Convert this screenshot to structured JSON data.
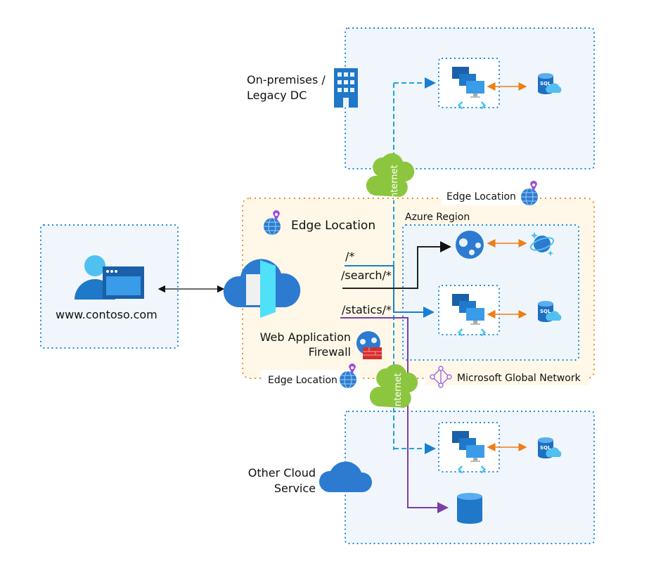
{
  "labels": {
    "onprem_line1": "On-premises /",
    "onprem_line2": "Legacy DC",
    "client": "www.contoso.com",
    "edge_location_main": "Edge Location",
    "edge_location_top": "Edge Location",
    "edge_location_bottom": "Edge Location",
    "azure_region": "Azure Region",
    "waf_line1": "Web Application",
    "waf_line2": "Firewall",
    "route_root": "/*",
    "route_search": "/search/*",
    "route_statics": "/statics/*",
    "internet_top": "Internet",
    "internet_bottom": "Internet",
    "global_network": "Microsoft Global Network",
    "other_cloud_line1": "Other Cloud",
    "other_cloud_line2": "Service",
    "sql": "SQL"
  },
  "colors": {
    "box_border_blue": "#1e88e5",
    "edge_border_orange": "#f28c28",
    "edge_fill": "#fff8e8",
    "box_fill": "#f0f6fc",
    "internet_green": "#8cc63f",
    "route_blue": "#1a7fd4",
    "route_black": "#222222",
    "route_purple": "#7b3fa8",
    "db_arrow_orange": "#f07d16"
  },
  "icons": [
    "building-icon",
    "user-browser-icon",
    "front-door-icon",
    "globe-pin-icon",
    "waf-icon",
    "vm-cluster-icon",
    "sql-database-icon",
    "app-service-icon",
    "cosmos-db-icon",
    "global-network-icon",
    "cloud-icon",
    "storage-icon"
  ]
}
